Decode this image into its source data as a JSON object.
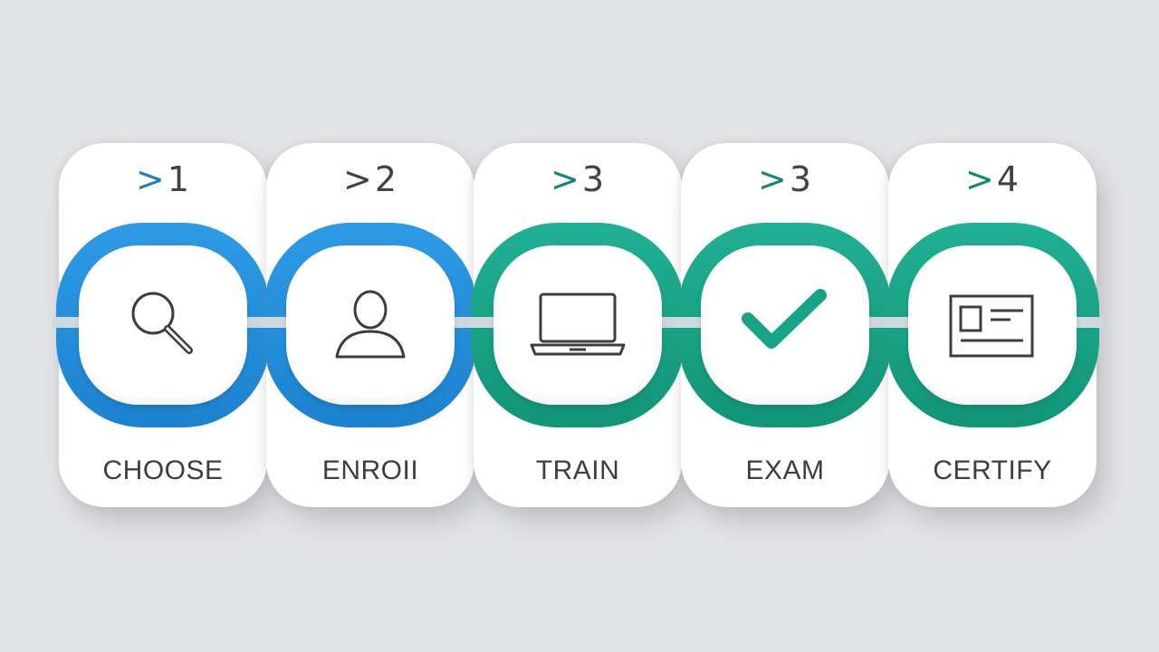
{
  "steps": [
    {
      "chevron": ">",
      "number": "1",
      "label": "CHOOSE",
      "icon": "magnifier-icon",
      "color": "#2293dd"
    },
    {
      "chevron": ">",
      "number": "2",
      "label": "ENROII",
      "icon": "person-icon",
      "color": "#2293dd"
    },
    {
      "chevron": ">",
      "number": "3",
      "label": "TRAIN",
      "icon": "laptop-icon",
      "color": "#17a385"
    },
    {
      "chevron": ">",
      "number": "3",
      "label": "EXAM",
      "icon": "checkmark-icon",
      "color": "#17a385"
    },
    {
      "chevron": ">",
      "number": "4",
      "label": "CERTIFY",
      "icon": "certificate-card-icon",
      "color": "#17a385"
    }
  ],
  "colors": {
    "background": "#e3e4e6",
    "blue": "#2293dd",
    "green": "#17a385",
    "chevron_blue": "#1f7fb8",
    "chevron_green": "#13876f",
    "text": "#3b3e42"
  }
}
